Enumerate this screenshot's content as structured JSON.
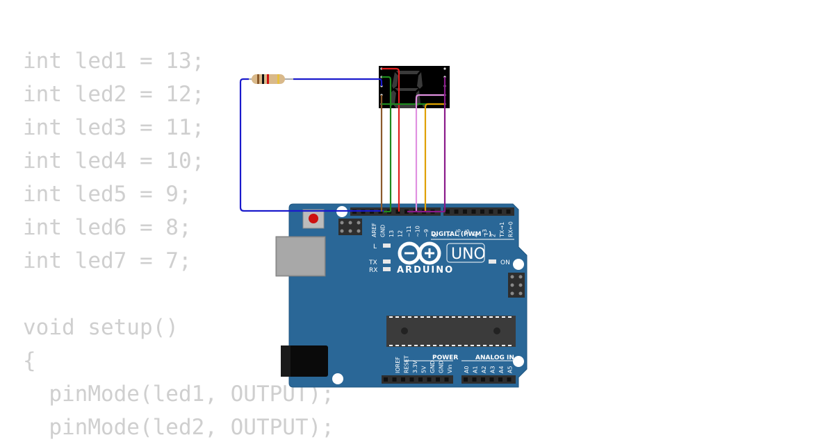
{
  "code_lines": [
    "int led1 = 13;",
    "int led2 = 12;",
    "int led3 = 11;",
    "int led4 = 10;",
    "int led5 = 9;",
    "int led6 = 8;",
    "int led7 = 7;",
    "",
    "void setup()",
    "{",
    "  pinMode(led1, OUTPUT);",
    "  pinMode(led2, OUTPUT);"
  ],
  "board": {
    "brand": "ARDUINO",
    "model": "UNO",
    "digital_label": "DIGITAL (PWM ~)",
    "power_label": "POWER",
    "analog_label": "ANALOG IN",
    "on_label": "ON",
    "l_label": "L",
    "tx_label": "TX",
    "rx_label": "RX",
    "digital_pins": [
      "AREF",
      "GND",
      "13",
      "12",
      "~11",
      "~10",
      "~9",
      "8",
      "7",
      "~6",
      "~5",
      "4",
      "~3",
      "2",
      "TX→1",
      "RX←0"
    ],
    "power_pins": [
      "IOREF",
      "RESET",
      "3.3V",
      "5V",
      "GND",
      "GND",
      "Vin"
    ],
    "analog_pins": [
      "A0",
      "A1",
      "A2",
      "A3",
      "A4",
      "A5"
    ]
  },
  "colors": {
    "board": "#2a6797",
    "wire_blue": "#1a1acc",
    "wire_brown": "#8b5a2b",
    "wire_green": "#1e8a1e",
    "wire_red": "#e02020",
    "wire_pink": "#e090e0",
    "wire_yellow": "#e0a000",
    "wire_purple": "#8a1a8a",
    "display_bg": "#000000",
    "segment": "#3a3a3a"
  },
  "icons": {
    "logo": "infinity-plus-minus-icon",
    "resistor": "resistor-icon",
    "display": "seven-segment-display-icon"
  }
}
